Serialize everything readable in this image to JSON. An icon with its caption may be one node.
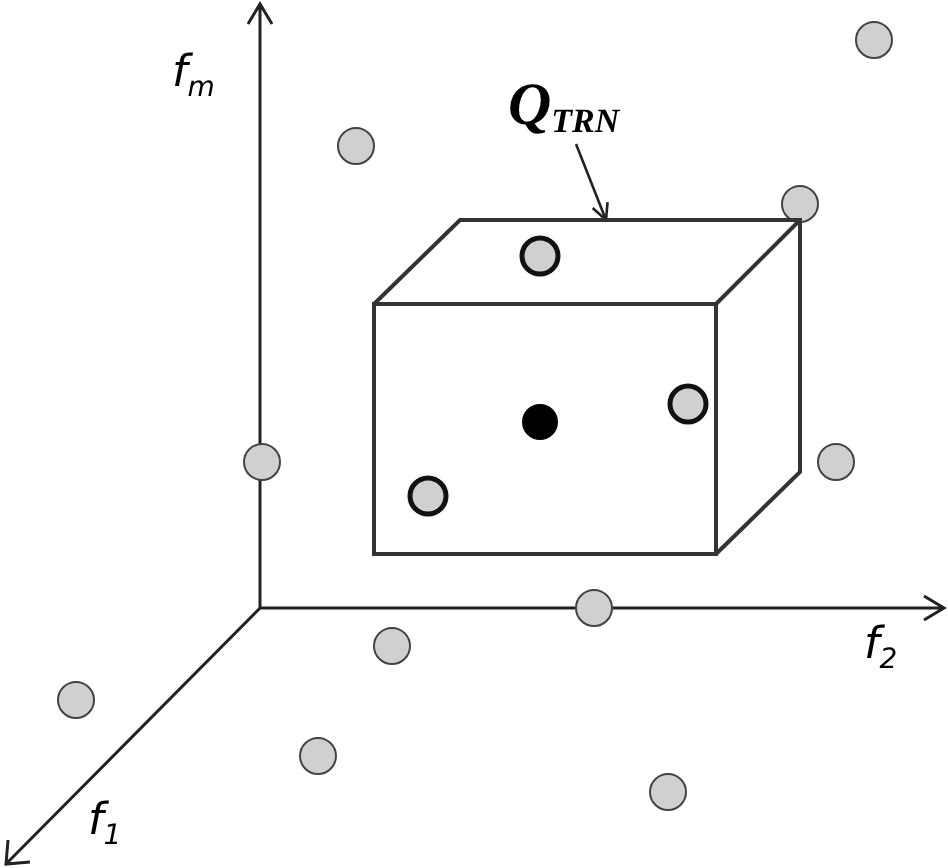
{
  "diagram": {
    "nodes": [
      {
        "text": [
          "Q$_{TRN}$"
        ]
      },
      {
        "text": [],
        "shape": "box"
      }
    ],
    "edges": [
      {
        "from": 0,
        "to": 1,
        "arrow": "to"
      }
    ],
    "labels": [
      "f$_{m}$",
      "f$_{2}$",
      "f$_{1}$"
    ]
  }
}
